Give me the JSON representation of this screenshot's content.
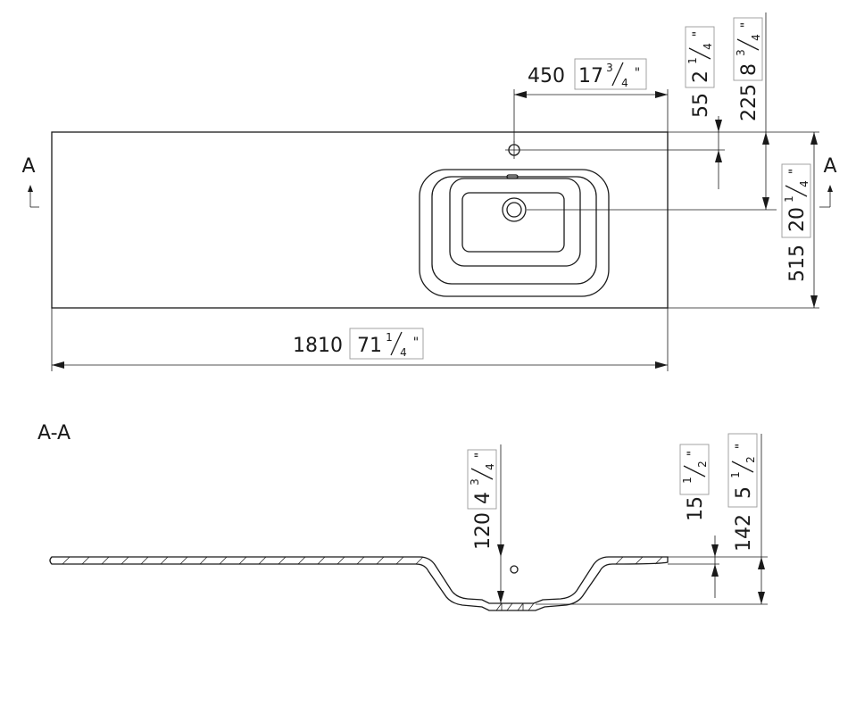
{
  "section_marks": {
    "left": "A",
    "right": "A",
    "view_title": "A-A"
  },
  "dimensions": {
    "overall_length": {
      "mm": "1810",
      "inch_whole": "71",
      "inch_num": "1",
      "inch_den": "4"
    },
    "faucet_offset": {
      "mm": "450",
      "inch_whole": "17",
      "inch_num": "3",
      "inch_den": "4"
    },
    "faucet_from_back": {
      "mm": "55",
      "inch_whole": "2",
      "inch_num": "1",
      "inch_den": "4"
    },
    "drain_from_back": {
      "mm": "225",
      "inch_whole": "8",
      "inch_num": "3",
      "inch_den": "4"
    },
    "depth": {
      "mm": "515",
      "inch_whole": "20",
      "inch_num": "1",
      "inch_den": "4"
    },
    "basin_depth": {
      "mm": "120",
      "inch_whole": "4",
      "inch_num": "3",
      "inch_den": "4"
    },
    "slab_thickness": {
      "mm": "15",
      "inch_whole": "",
      "inch_num": "1",
      "inch_den": "2"
    },
    "total_height": {
      "mm": "142",
      "inch_whole": "5",
      "inch_num": "1",
      "inch_den": "2"
    }
  },
  "inch_mark": "\""
}
